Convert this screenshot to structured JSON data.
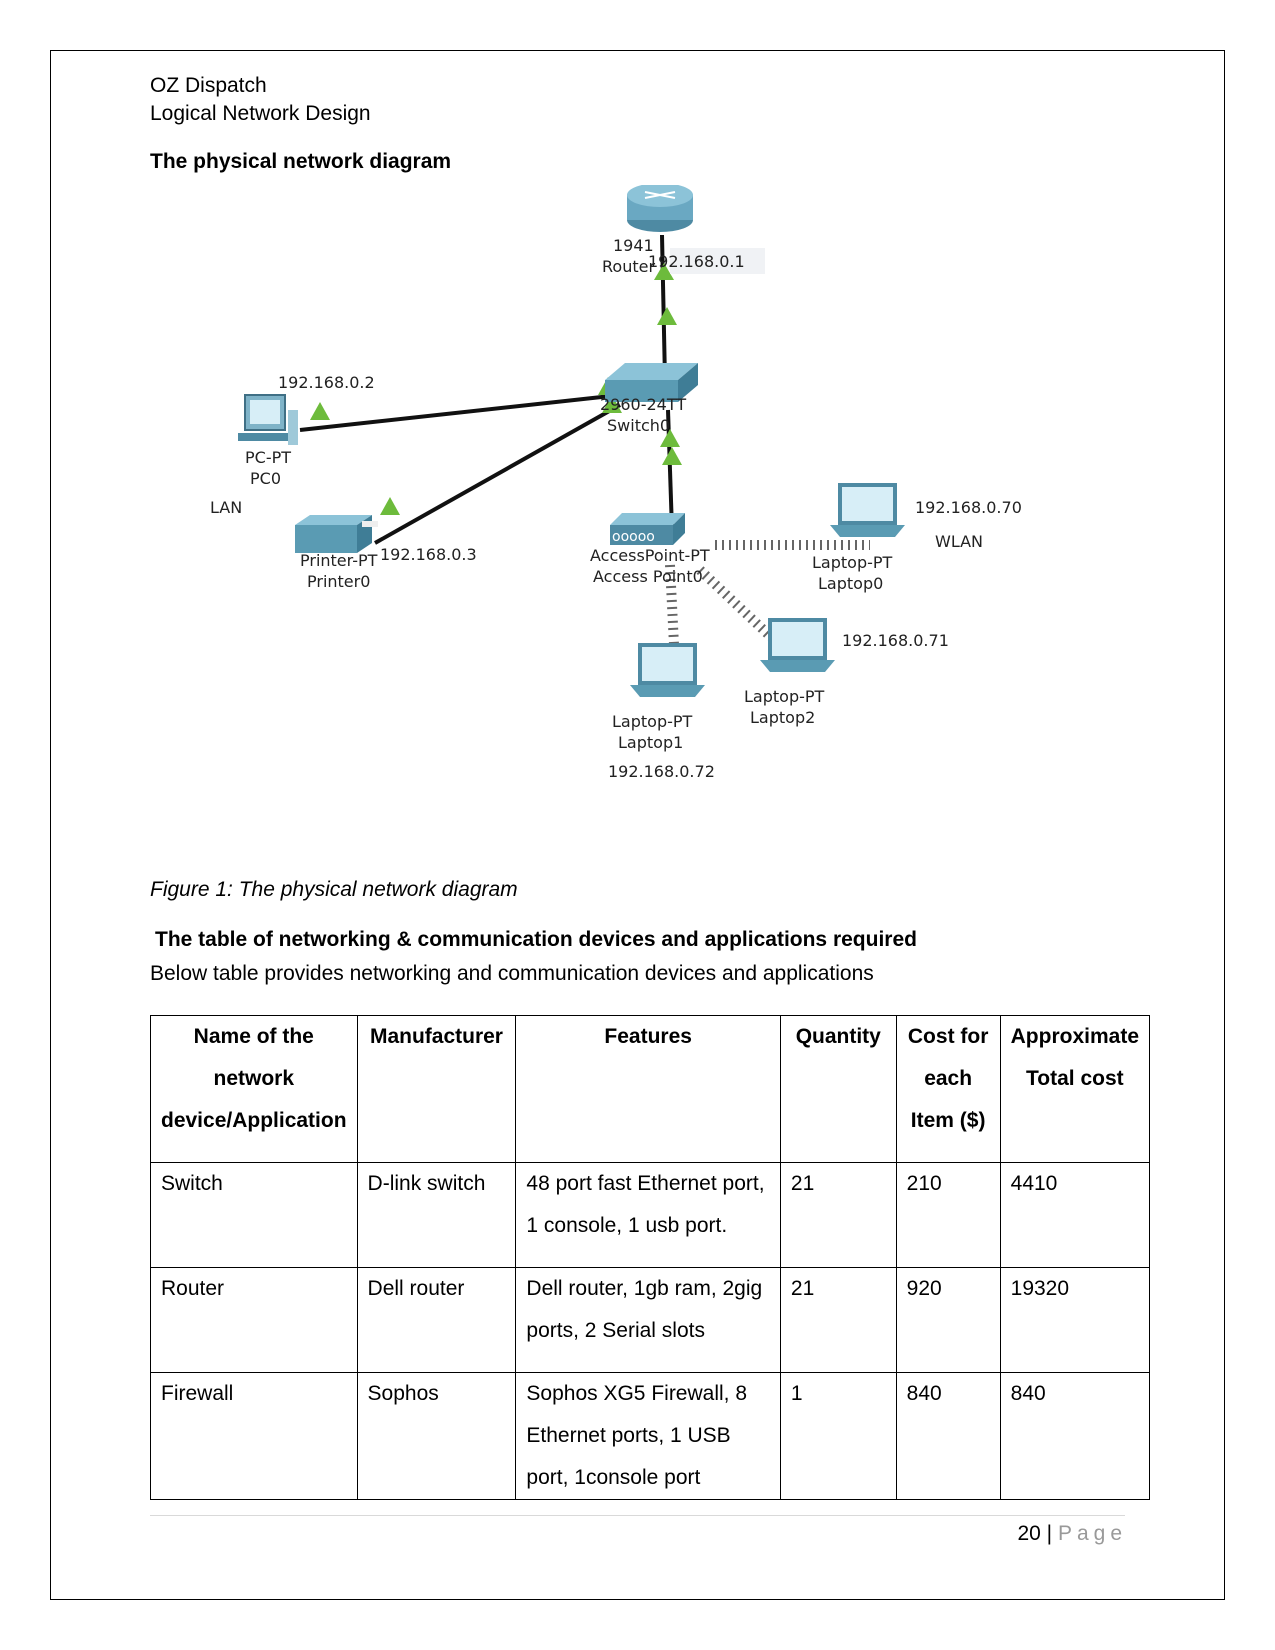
{
  "header": {
    "company": "OZ Dispatch",
    "doc_title": "Logical Network Design"
  },
  "section1": {
    "heading": "The physical network diagram"
  },
  "diagram": {
    "router": {
      "model": "1941",
      "name": "Router",
      "ip": "192.168.0.1"
    },
    "switch": {
      "model": "2960-24TT",
      "name": "Switch0"
    },
    "pc": {
      "model": "PC-PT",
      "name": "PC0",
      "ip": "192.168.0.2"
    },
    "printer": {
      "model": "Printer-PT",
      "name": "Printer0",
      "ip": "192.168.0.3"
    },
    "access_point": {
      "model": "AccessPoint-PT",
      "name": "Access Point0"
    },
    "laptop0": {
      "model": "Laptop-PT",
      "name": "Laptop0",
      "ip": "192.168.0.70"
    },
    "laptop1": {
      "model": "Laptop-PT",
      "name": "Laptop1",
      "ip": "192.168.0.72"
    },
    "laptop2": {
      "model": "Laptop-PT",
      "name": "Laptop2",
      "ip": "192.168.0.71"
    },
    "lan_label": "LAN",
    "wlan_label": "WLAN",
    "colors": {
      "device": "#5a9bb3",
      "link": "#111111",
      "link_up": "#6dbb3c"
    }
  },
  "caption": "Figure 1: The physical network diagram",
  "section2": {
    "heading": "The table of networking & communication devices and applications required",
    "intro": "Below table provides networking and communication devices and applications"
  },
  "table": {
    "headers": [
      [
        "Name of the",
        "network",
        "device/Application"
      ],
      [
        "Manufacturer"
      ],
      [
        "Features"
      ],
      [
        "Quantity"
      ],
      [
        "Cost for",
        "each",
        "Item ($)"
      ],
      [
        "Approximate",
        "Total cost"
      ]
    ],
    "rows": [
      {
        "name": "Switch",
        "manufacturer": "D-link switch",
        "features": [
          "48 port fast Ethernet port,",
          "1 console, 1 usb port."
        ],
        "quantity": "21",
        "cost": "210",
        "total": "4410"
      },
      {
        "name": "Router",
        "manufacturer": "Dell router",
        "features": [
          "Dell router, 1gb ram, 2gig",
          "ports, 2 Serial slots"
        ],
        "quantity": "21",
        "cost": "920",
        "total": "19320"
      },
      {
        "name": "Firewall",
        "manufacturer": "Sophos",
        "features": [
          "Sophos XG5 Firewall, 8",
          "Ethernet ports, 1 USB",
          "port, 1console port"
        ],
        "quantity": "1",
        "cost": "840",
        "total": "840"
      }
    ]
  },
  "footer": {
    "page_number": "20",
    "separator": "|",
    "page_word": "Page"
  }
}
